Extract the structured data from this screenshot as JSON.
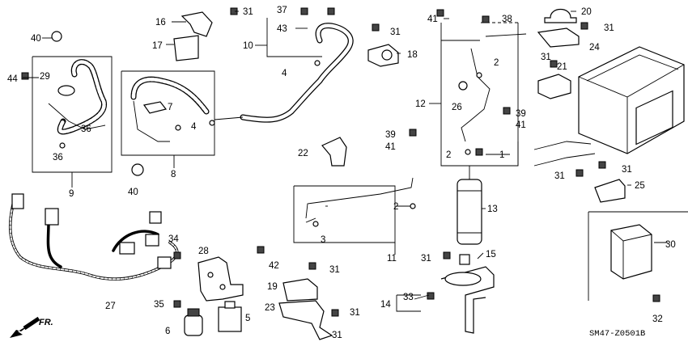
{
  "diagram_code": "SM47-Z0501B",
  "direction_arrow": "FR.",
  "callouts": [
    {
      "id": "c1",
      "text": "1"
    },
    {
      "id": "c2a",
      "text": "2"
    },
    {
      "id": "c2b",
      "text": "2"
    },
    {
      "id": "c2c",
      "text": "2"
    },
    {
      "id": "c3",
      "text": "3"
    },
    {
      "id": "c4a",
      "text": "4"
    },
    {
      "id": "c4b",
      "text": "4"
    },
    {
      "id": "c5",
      "text": "5"
    },
    {
      "id": "c6",
      "text": "6"
    },
    {
      "id": "c7",
      "text": "7"
    },
    {
      "id": "c8",
      "text": "8"
    },
    {
      "id": "c9",
      "text": "9"
    },
    {
      "id": "c10",
      "text": "10"
    },
    {
      "id": "c11",
      "text": "11"
    },
    {
      "id": "c12",
      "text": "12"
    },
    {
      "id": "c13",
      "text": "13"
    },
    {
      "id": "c14",
      "text": "14"
    },
    {
      "id": "c15",
      "text": "15"
    },
    {
      "id": "c16",
      "text": "16"
    },
    {
      "id": "c17",
      "text": "17"
    },
    {
      "id": "c18",
      "text": "18"
    },
    {
      "id": "c19",
      "text": "19"
    },
    {
      "id": "c20",
      "text": "20"
    },
    {
      "id": "c21",
      "text": "21"
    },
    {
      "id": "c22",
      "text": "22"
    },
    {
      "id": "c23",
      "text": "23"
    },
    {
      "id": "c24",
      "text": "24"
    },
    {
      "id": "c25",
      "text": "25"
    },
    {
      "id": "c26",
      "text": "26"
    },
    {
      "id": "c27",
      "text": "27"
    },
    {
      "id": "c28",
      "text": "28"
    },
    {
      "id": "c29",
      "text": "29"
    },
    {
      "id": "c30",
      "text": "30"
    },
    {
      "id": "c31a",
      "text": "31"
    },
    {
      "id": "c31b",
      "text": "31"
    },
    {
      "id": "c31c",
      "text": "31"
    },
    {
      "id": "c31d",
      "text": "31"
    },
    {
      "id": "c31e",
      "text": "31"
    },
    {
      "id": "c31f",
      "text": "31"
    },
    {
      "id": "c31g",
      "text": "31"
    },
    {
      "id": "c31h",
      "text": "31"
    },
    {
      "id": "c31i",
      "text": "31"
    },
    {
      "id": "c31j",
      "text": "31"
    },
    {
      "id": "c32",
      "text": "32"
    },
    {
      "id": "c33",
      "text": "33"
    },
    {
      "id": "c34",
      "text": "34"
    },
    {
      "id": "c35",
      "text": "35"
    },
    {
      "id": "c36a",
      "text": "36"
    },
    {
      "id": "c36b",
      "text": "36"
    },
    {
      "id": "c37",
      "text": "37"
    },
    {
      "id": "c38",
      "text": "38"
    },
    {
      "id": "c39a",
      "text": "39"
    },
    {
      "id": "c39b",
      "text": "39"
    },
    {
      "id": "c40a",
      "text": "40"
    },
    {
      "id": "c40b",
      "text": "40"
    },
    {
      "id": "c41a",
      "text": "41"
    },
    {
      "id": "c41b",
      "text": "41"
    },
    {
      "id": "c41c",
      "text": "41"
    },
    {
      "id": "c42",
      "text": "42"
    },
    {
      "id": "c43",
      "text": "43"
    },
    {
      "id": "c44",
      "text": "44"
    }
  ]
}
